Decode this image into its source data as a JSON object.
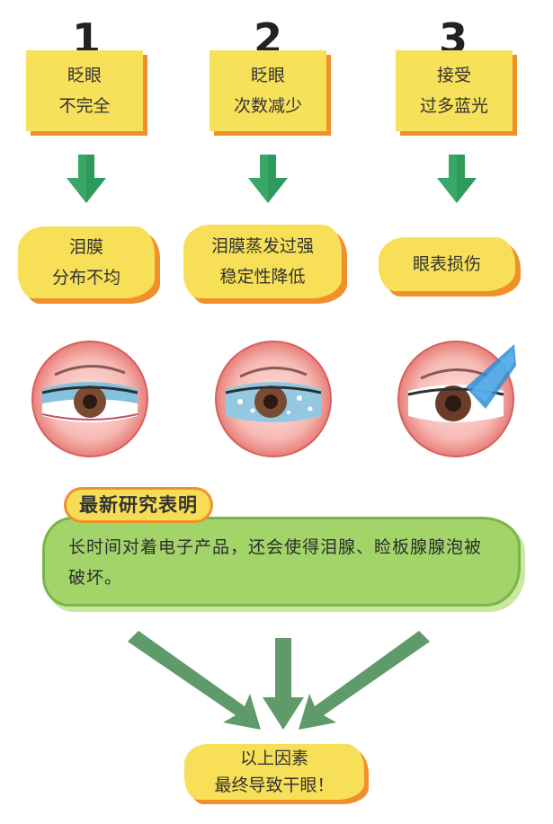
{
  "steps": [
    {
      "number": "1",
      "cause": [
        "眨眼",
        "不完全"
      ],
      "effect": [
        "泪膜",
        "分布不均"
      ]
    },
    {
      "number": "2",
      "cause": [
        "眨眼",
        "次数减少"
      ],
      "effect": [
        "泪膜蒸发过强",
        "稳定性降低"
      ]
    },
    {
      "number": "3",
      "cause": [
        "接受",
        "过多蓝光"
      ],
      "effect": [
        "眼表损伤"
      ]
    }
  ],
  "research": {
    "title": "最新研究表明",
    "text": "长时间对着电子产品，还会使得泪腺、睑板腺腺泡被破坏。"
  },
  "conclusion": [
    "以上因素",
    "最终导致干眼！"
  ],
  "colors": {
    "card": "#f7e05a",
    "card_shadow": "#f0902c",
    "arrow": "#2e9a5c",
    "green_box": "#a3d46a",
    "big_arrow": "#5f9a6a"
  }
}
